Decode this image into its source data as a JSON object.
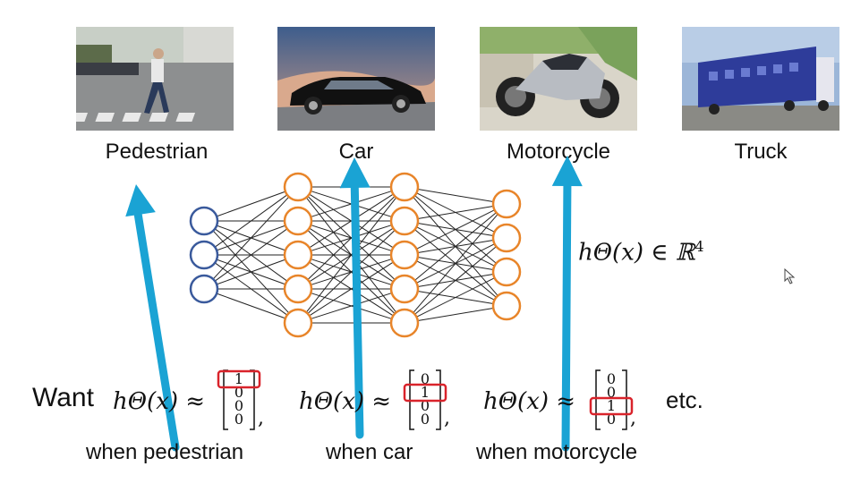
{
  "classes": [
    {
      "label": "Pedestrian",
      "icon": "pedestrian-photo"
    },
    {
      "label": "Car",
      "icon": "car-photo"
    },
    {
      "label": "Motorcycle",
      "icon": "motorcycle-photo"
    },
    {
      "label": "Truck",
      "icon": "truck-photo"
    }
  ],
  "network": {
    "layers": [
      3,
      5,
      5,
      4
    ],
    "input_color": "#3a5a9c",
    "hidden_color": "#e8852a",
    "edge_color": "#222222"
  },
  "output_formula": "hΘ(x) ∈ ℝ",
  "output_exponent": "4",
  "want": {
    "label": "Want",
    "lhs": "hΘ(x) ≈",
    "etc": "etc.",
    "vectors": [
      {
        "values": [
          "1",
          "0",
          "0",
          "0"
        ],
        "highlight": 0,
        "caption": "when pedestrian"
      },
      {
        "values": [
          "0",
          "1",
          "0",
          "0"
        ],
        "highlight": 1,
        "caption": "when car"
      },
      {
        "values": [
          "0",
          "0",
          "1",
          "0"
        ],
        "highlight": 2,
        "caption": "when motorcycle"
      }
    ]
  },
  "annotation_color": "#1aa3d4",
  "highlight_color": "#d9232b"
}
